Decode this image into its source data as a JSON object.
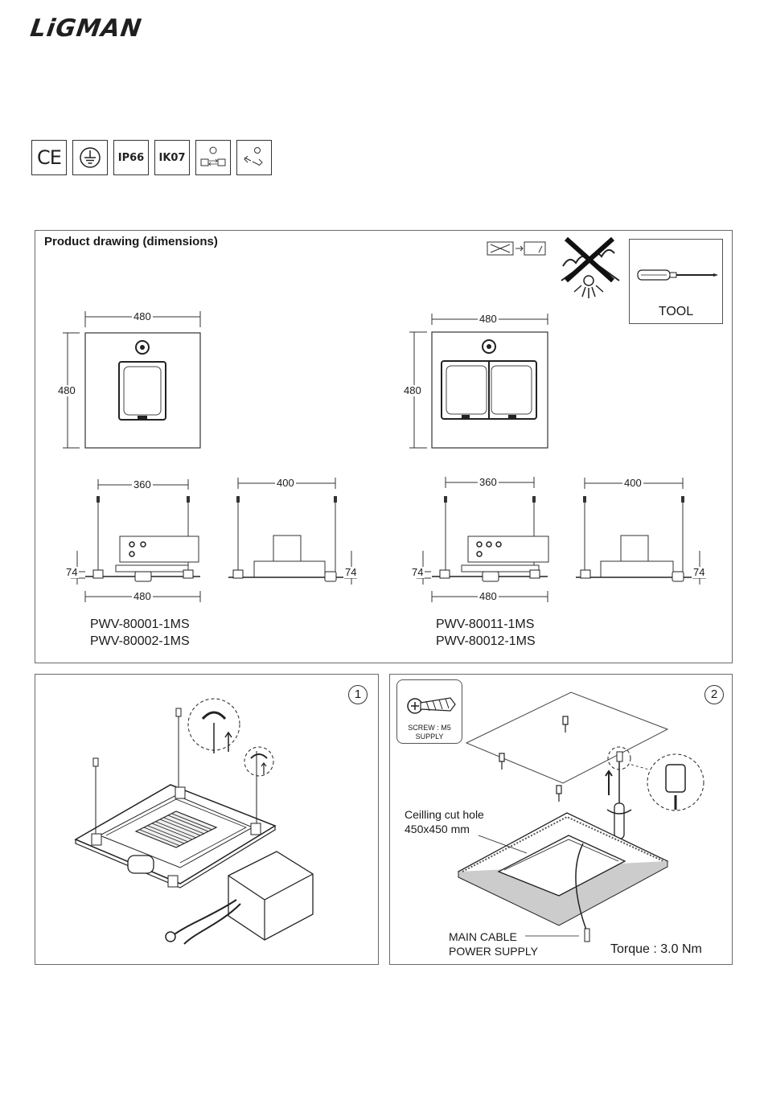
{
  "brand": {
    "logo": "LiGMAN"
  },
  "badges": {
    "ce": "CE",
    "ip": "IP66",
    "ik": "IK07"
  },
  "product_drawing": {
    "title": "Product drawing (dimensions)",
    "tool_label": "TOOL",
    "left": {
      "width": "480",
      "height": "480",
      "side_span": "360",
      "side_width": "400",
      "depth_left": "74",
      "depth_right": "74",
      "base": "480",
      "models": [
        "PWV-80001-1MS",
        "PWV-80002-1MS"
      ]
    },
    "right": {
      "width": "480",
      "height": "480",
      "side_span": "360",
      "side_width": "400",
      "depth_left": "74",
      "depth_right": "74",
      "base": "480",
      "models": [
        "PWV-80011-1MS",
        "PWV-80012-1MS"
      ]
    }
  },
  "step1": {
    "number": "1"
  },
  "step2": {
    "number": "2",
    "screw_label": "SCREW : M5",
    "screw_supply": "SUPPLY",
    "cut_hole_line1": "Ceilling cut hole",
    "cut_hole_line2": "450x450 mm",
    "cable_line1": "MAIN CABLE",
    "cable_line2": "POWER SUPPLY",
    "torque": "Torque : 3.0 Nm"
  }
}
